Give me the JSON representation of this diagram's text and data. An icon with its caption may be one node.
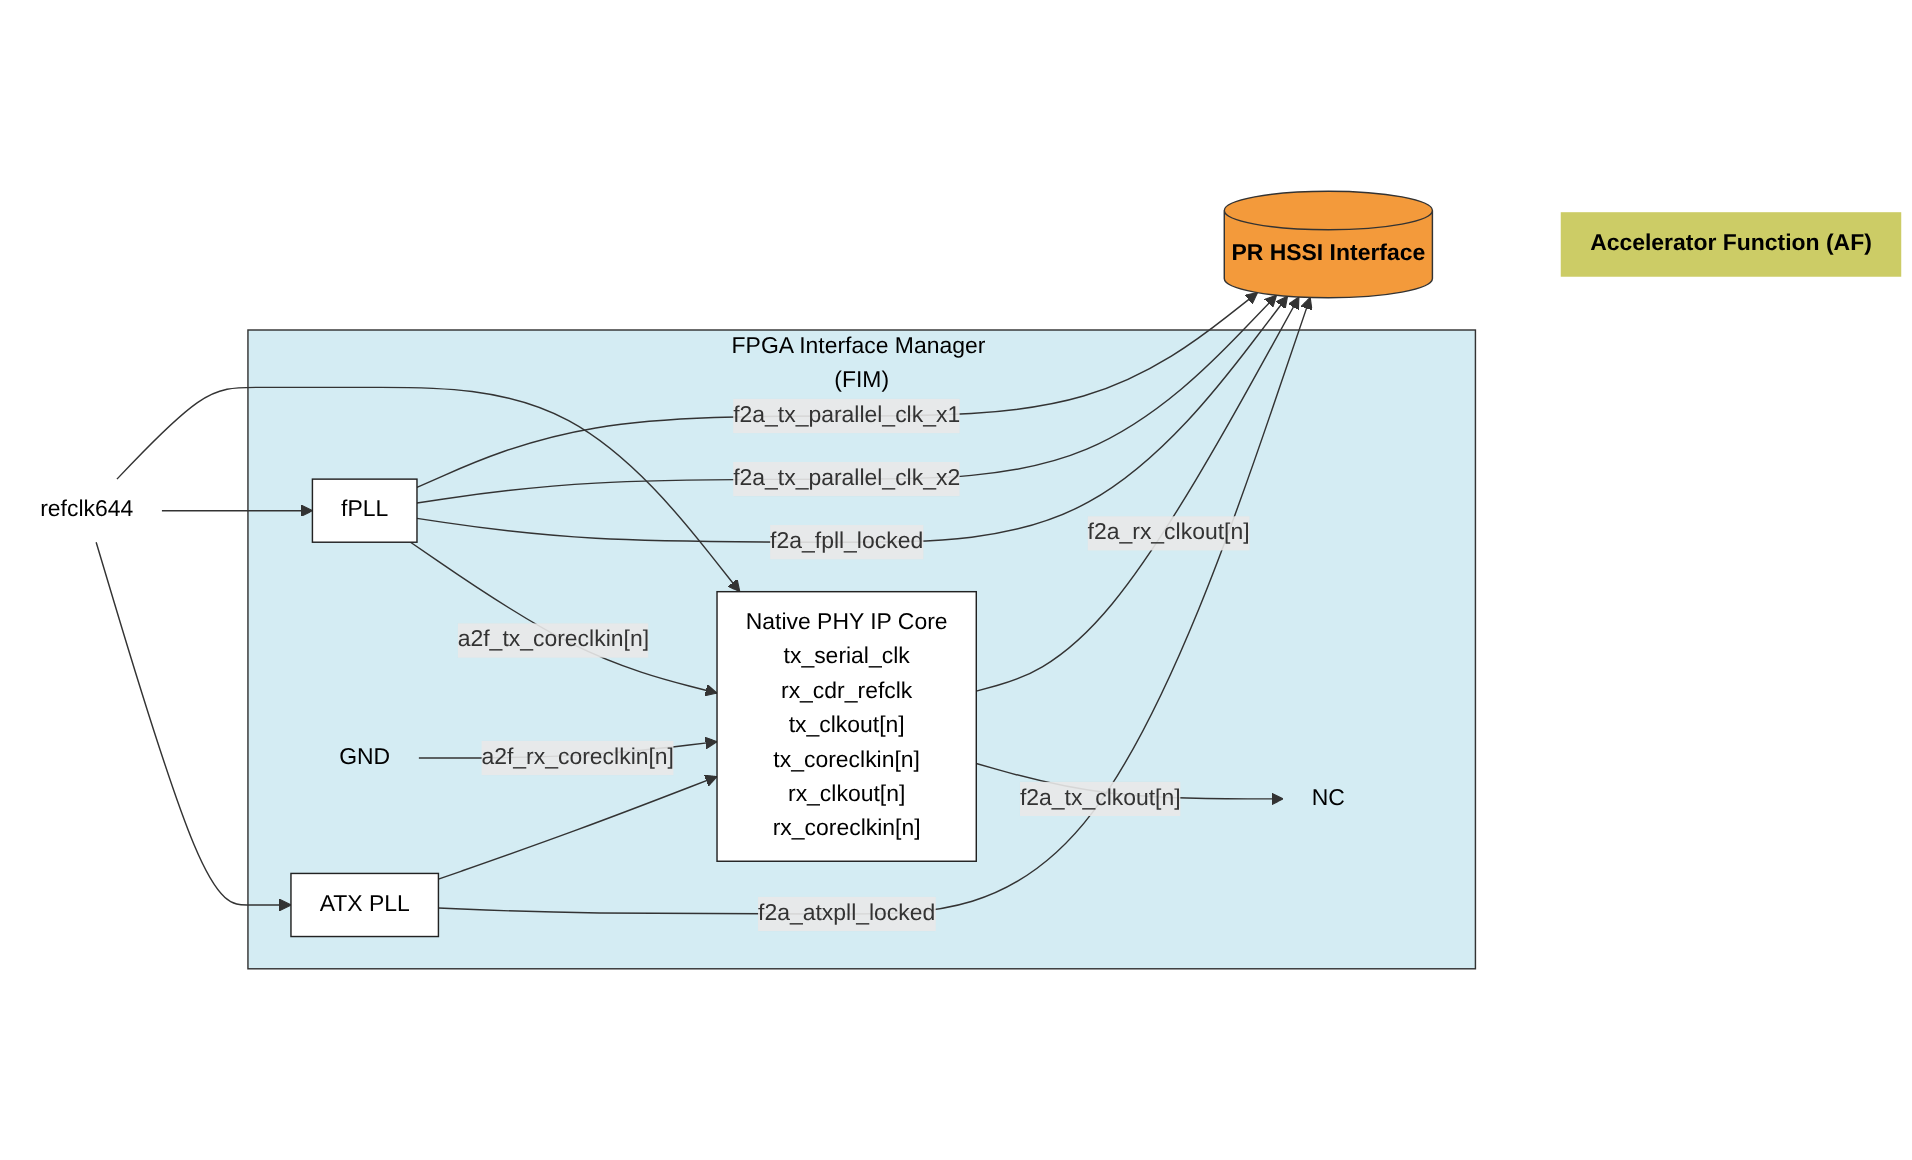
{
  "diagram": {
    "nodes": [
      {
        "text": [
          "FPGA Interface Manager (FIM)"
        ]
      },
      {
        "text": [
          "ATX PLL"
        ],
        "in": 0
      },
      {
        "text": [
          "Native PHY IP Core",
          "tx_serial_clk",
          "rx_cdr_refclk",
          "tx_clkout[n]",
          "tx_coreclkin[n]",
          "rx_clkout[n]",
          "rx_coreclkin[n]"
        ],
        "in": 0
      },
      {
        "text": [
          "fPLL"
        ],
        "in": 0
      },
      {
        "text": [
          "refclk644"
        ]
      },
      {
        "text": [
          "NC"
        ],
        "in": 0
      },
      {
        "text": [
          "GND"
        ],
        "in": 0
      },
      {
        "text": [
          "PR HSSI Interface"
        ]
      },
      {
        "text": [
          "Accelerator Function (AF)"
        ]
      }
    ],
    "edges": [
      {
        "from": 1,
        "to": 7,
        "arrow": "to",
        "label": "f2a_atxpll_locked"
      },
      {
        "from": 1,
        "to": 2,
        "arrow": "to"
      },
      {
        "from": 4,
        "to": 1,
        "arrow": "to"
      },
      {
        "from": 4,
        "to": 3,
        "arrow": "to"
      },
      {
        "from": 4,
        "to": 2,
        "arrow": "to"
      },
      {
        "from": 2,
        "to": 5,
        "arrow": "to",
        "label": "f2a_tx_clkout[n]"
      },
      {
        "from": 3,
        "to": 2,
        "arrow": "to",
        "label": "a2f_tx_coreclkin[n]"
      },
      {
        "from": 2,
        "to": 7,
        "arrow": "to",
        "label": "f2a_rx_clkout[n]"
      },
      {
        "from": 6,
        "to": 2,
        "arrow": "to",
        "label": "a2f_rx_coreclkin[n]"
      },
      {
        "from": 3,
        "to": 7,
        "arrow": "to",
        "label": "f2a_fpll_locked"
      },
      {
        "from": 3,
        "to": 7,
        "arrow": "to",
        "label": "f2a_tx_parallel_clk_x2"
      },
      {
        "from": 3,
        "to": 7,
        "arrow": "to",
        "label": "f2a_tx_parallel_clk_x1"
      }
    ]
  }
}
